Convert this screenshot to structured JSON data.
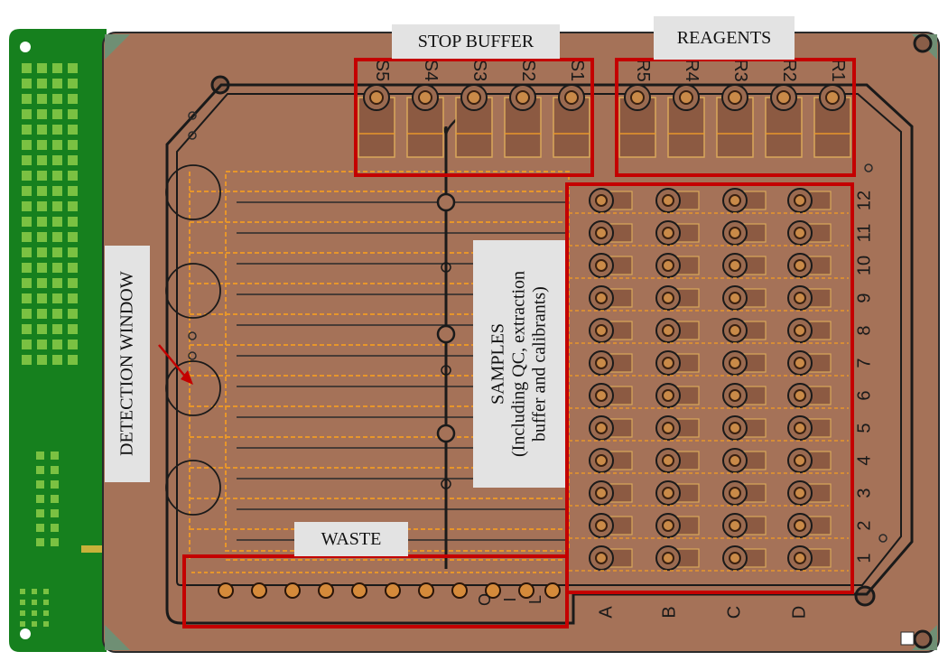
{
  "labels": {
    "stop_buffer": "STOP BUFFER",
    "reagents": "REAGENTS",
    "detection_window": "DETECTION WINDOW",
    "samples_line1": "SAMPLES",
    "samples_line2": "(Including QC, extraction",
    "samples_line3": "buffer and calibrants)",
    "waste": "WASTE"
  },
  "stop_buffer_wells": [
    "S5",
    "S4",
    "S3",
    "S2",
    "S1"
  ],
  "reagent_wells": [
    "R5",
    "R4",
    "R3",
    "R2",
    "R1"
  ],
  "sample_rows": [
    "12",
    "11",
    "10",
    "9",
    "8",
    "7",
    "6",
    "5",
    "4",
    "3",
    "2",
    "1"
  ],
  "sample_columns": [
    "A",
    "B",
    "C",
    "D"
  ],
  "waste_letters": [
    "O",
    "I",
    "L"
  ],
  "colors": {
    "board_body": "#a57258",
    "pcb_green": "#16801e",
    "highlight_red": "#c40000",
    "trace_orange": "#e8962a",
    "label_background": "#e3e3e3"
  }
}
